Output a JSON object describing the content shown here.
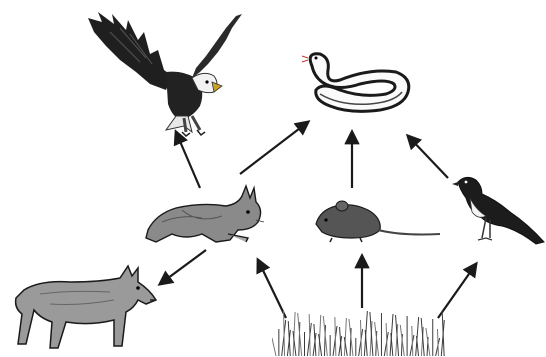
{
  "diagram": {
    "type": "food-web",
    "organisms": [
      {
        "id": "eagle",
        "icon": "eagle-icon"
      },
      {
        "id": "snake",
        "icon": "snake-icon"
      },
      {
        "id": "rabbit",
        "icon": "rabbit-icon"
      },
      {
        "id": "mouse",
        "icon": "mouse-icon"
      },
      {
        "id": "bird",
        "icon": "bird-icon"
      },
      {
        "id": "wolf",
        "icon": "wolf-icon"
      },
      {
        "id": "grass",
        "icon": "grass-icon"
      }
    ],
    "edges": [
      {
        "from": "rabbit",
        "to": "eagle"
      },
      {
        "from": "rabbit",
        "to": "snake"
      },
      {
        "from": "rabbit",
        "to": "wolf"
      },
      {
        "from": "mouse",
        "to": "snake"
      },
      {
        "from": "bird",
        "to": "snake"
      },
      {
        "from": "grass",
        "to": "rabbit"
      },
      {
        "from": "grass",
        "to": "mouse"
      },
      {
        "from": "grass",
        "to": "bird"
      }
    ],
    "colors": {
      "ink": "#1a1a1a",
      "background": "#ffffff"
    }
  }
}
